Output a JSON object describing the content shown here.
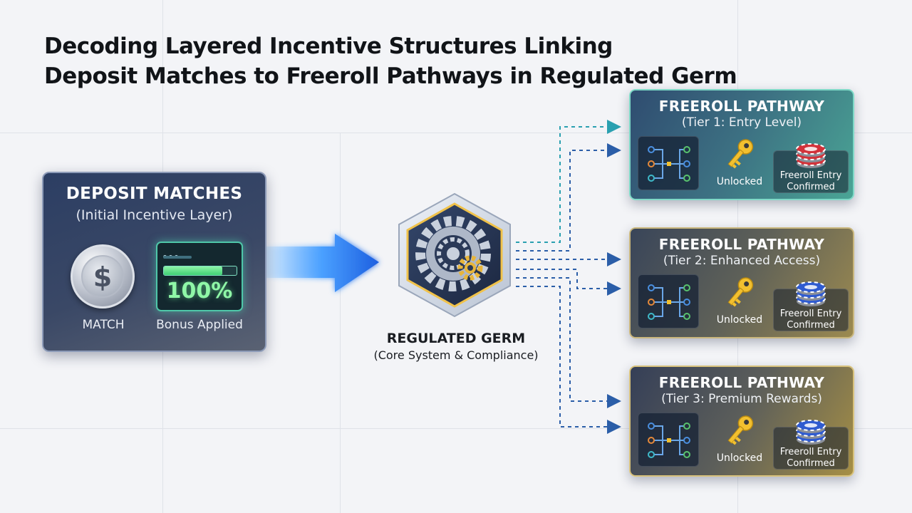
{
  "title": {
    "line1": "Decoding Layered Incentive Structures Linking",
    "line2": "Deposit Matches to Freeroll Pathways in Regulated Germ"
  },
  "deposit": {
    "heading": "DEPOSIT MATCHES",
    "subheading": "(Initial Incentive Layer)",
    "coin_symbol": "$",
    "coin_label": "MATCH",
    "percent": "100%",
    "progress_fraction": 0.8,
    "bonus_label": "Bonus Applied"
  },
  "hub": {
    "title": "REGULATED GERM",
    "subtitle": "(Core System & Compliance)"
  },
  "tiers": [
    {
      "heading": "FREEROLL PATHWAY",
      "subheading": "(Tier 1: Entry Level)",
      "unlocked": "Unlocked",
      "confirm_line1": "Freeroll Entry",
      "confirm_line2": "Confirmed",
      "chip_color": "#d2323a"
    },
    {
      "heading": "FREEROLL PATHWAY",
      "subheading": "(Tier 2: Enhanced Access)",
      "unlocked": "Unlocked",
      "confirm_line1": "Freeroll Entry",
      "confirm_line2": "Confirmed",
      "chip_color": "#2f5bd0"
    },
    {
      "heading": "FREEROLL PATHWAY",
      "subheading": "(Tier 3: Premium Rewards)",
      "unlocked": "Unlocked",
      "confirm_line1": "Freeroll Entry",
      "confirm_line2": "Confirmed",
      "chip_color": "#2f5bd0"
    }
  ],
  "colors": {
    "arrow_blue": "#2f7df0",
    "connector": "#2b5ea8",
    "connector_teal": "#2aa0b0",
    "gear_gold": "#e8b53a",
    "key_gold": "#f2c02f"
  }
}
